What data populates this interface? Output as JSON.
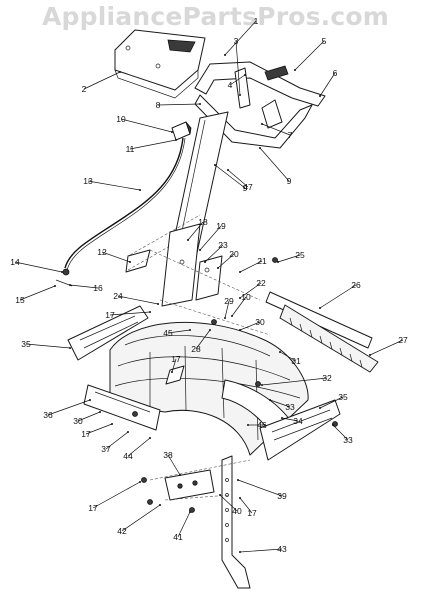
{
  "watermark": "AppliancePartsPros.com",
  "callouts": [
    "1",
    "2",
    "3",
    "4",
    "5",
    "6",
    "7",
    "8",
    "9",
    "9",
    "10",
    "10",
    "11",
    "12",
    "13",
    "14",
    "15",
    "16",
    "17",
    "17",
    "17",
    "17",
    "17",
    "18",
    "19",
    "20",
    "21",
    "22",
    "23",
    "24",
    "25",
    "26",
    "27",
    "28",
    "29",
    "30",
    "30",
    "31",
    "32",
    "33",
    "33",
    "34",
    "35",
    "35",
    "36",
    "37",
    "38",
    "39",
    "40",
    "41",
    "42",
    "43",
    "44",
    "45",
    "46",
    "47"
  ]
}
